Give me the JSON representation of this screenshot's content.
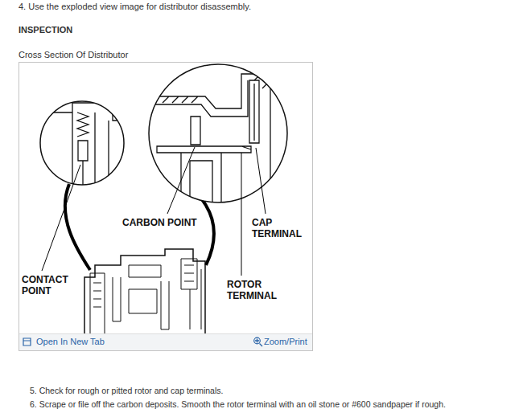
{
  "diagram": {
    "labels": [
      "4. Use the exploded view image for distributor disassembly.",
      "INSPECTION",
      "Cross Section Of Distributor",
      "CONTACT POINT",
      "CARBON POINT",
      "CAP TERMINAL",
      "ROTOR TERMINAL",
      "Open In New Tab",
      "Zoom/Print",
      "5. Check for rough or pitted rotor and cap terminals.",
      "6. Scrape or file off the carbon deposits. Smooth the rotor terminal with an oil stone or #600 sandpaper if rough."
    ]
  }
}
